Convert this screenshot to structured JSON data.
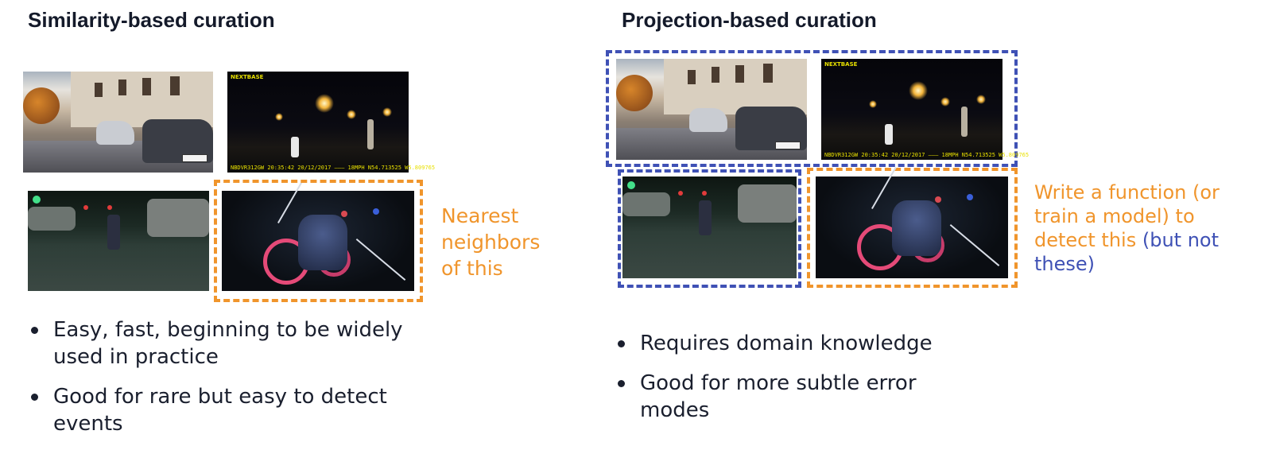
{
  "left": {
    "heading": "Similarity-based curation",
    "annotation_lines": [
      "Nearest",
      "neighbors",
      "of this"
    ],
    "bullets": [
      [
        "Easy, fast, beginning to be widely",
        "used in practice"
      ],
      [
        "Good for rare but easy to detect",
        "events"
      ]
    ]
  },
  "right": {
    "heading": "Projection-based curation",
    "annotation_lines": [
      "Write a function (or",
      "train a model) to",
      "detect this"
    ],
    "annotation_blue_line3": "(but not",
    "annotation_blue_line4": "these)",
    "bullets": [
      [
        "Requires domain knowledge"
      ],
      [
        "Good for more subtle error",
        "modes"
      ]
    ]
  },
  "dashcam": {
    "brand": "NEXTBASE",
    "stamp_left": "NBDVR312GW 20:35:42 20/12/2017",
    "stamp_right": "18MPH N54.713525 W5.809765"
  },
  "colors": {
    "orange": "#f0952c",
    "blue": "#3f51b5",
    "text": "#1a1f2e"
  }
}
